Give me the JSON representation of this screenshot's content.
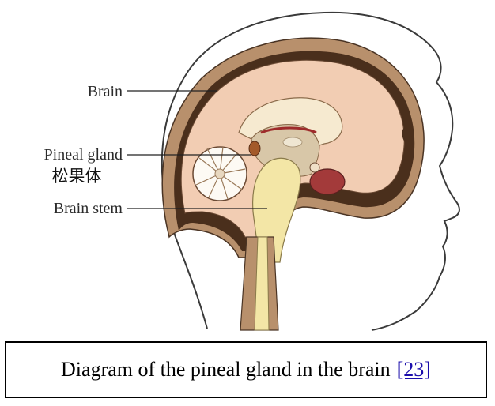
{
  "labels": {
    "brain": "Brain",
    "pineal_gland": "Pineal gland",
    "pineal_gland_cn": "松果体",
    "brain_stem": "Brain stem"
  },
  "caption": {
    "text": "Diagram of the pineal gland in the brain",
    "reference": "[23]"
  },
  "colors": {
    "brain_fill": "#f2cdb3",
    "skull": "#b8906c",
    "dura_dark": "#4a2f1c",
    "stem_fill": "#f3e6a6",
    "caption_link": "#1a0dab"
  }
}
